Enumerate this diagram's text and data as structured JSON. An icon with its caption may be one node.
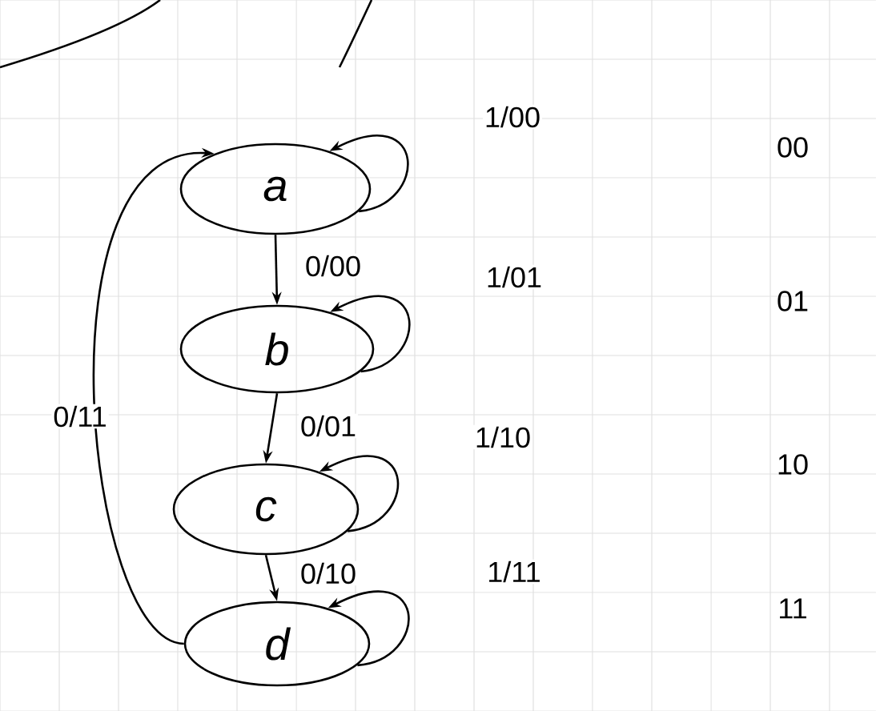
{
  "diagram": {
    "nodes": [
      {
        "text": [
          "a"
        ]
      },
      {
        "text": [
          "b"
        ]
      },
      {
        "text": [
          "c"
        ]
      },
      {
        "text": [
          "d"
        ]
      }
    ],
    "edges": [
      {
        "from": 0,
        "to": 0,
        "arrow": "to",
        "label": "1/00"
      },
      {
        "from": 0,
        "to": 1,
        "arrow": "to",
        "label": "0/00"
      },
      {
        "from": 1,
        "to": 1,
        "arrow": "to",
        "label": "1/01"
      },
      {
        "from": 1,
        "to": 2,
        "arrow": "to",
        "label": "0/01"
      },
      {
        "from": 2,
        "to": 2,
        "arrow": "to",
        "label": "1/10"
      },
      {
        "from": 2,
        "to": 3,
        "arrow": "to",
        "label": "0/10"
      },
      {
        "from": 3,
        "to": 3,
        "arrow": "to",
        "label": "1/11"
      },
      {
        "from": 3,
        "to": 0,
        "arrow": "to",
        "label": "0/11"
      }
    ],
    "labels": [
      "00",
      "01",
      "10",
      "11"
    ]
  }
}
